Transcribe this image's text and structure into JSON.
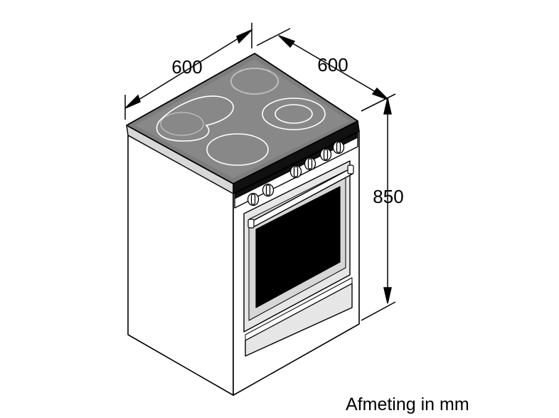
{
  "dimensions": {
    "width": "600",
    "depth": "600",
    "height": "850"
  },
  "caption": "Afmeting in mm"
}
